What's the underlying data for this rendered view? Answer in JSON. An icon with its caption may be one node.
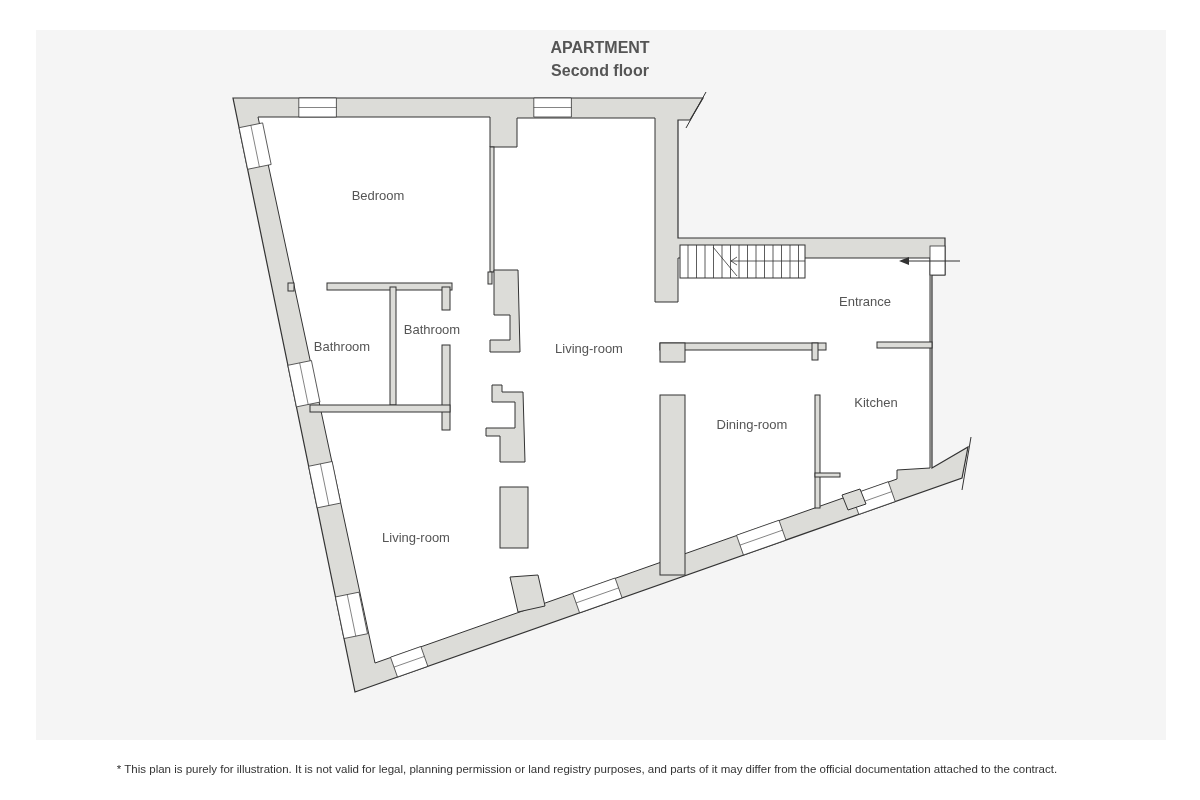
{
  "diagram": {
    "title": "APARTMENT",
    "caption": "* This plan is purely for illustration. It is not valid for legal, planning permission or land registry purposes, and parts of it may differ from the official documentation attached to the contract.",
    "labels": [
      "Second floor",
      "Bedroom",
      "Bathroom",
      "Bathroom",
      "Living-room",
      "Entrance",
      "Kitchen",
      "Dining-room",
      "Living-room"
    ]
  }
}
